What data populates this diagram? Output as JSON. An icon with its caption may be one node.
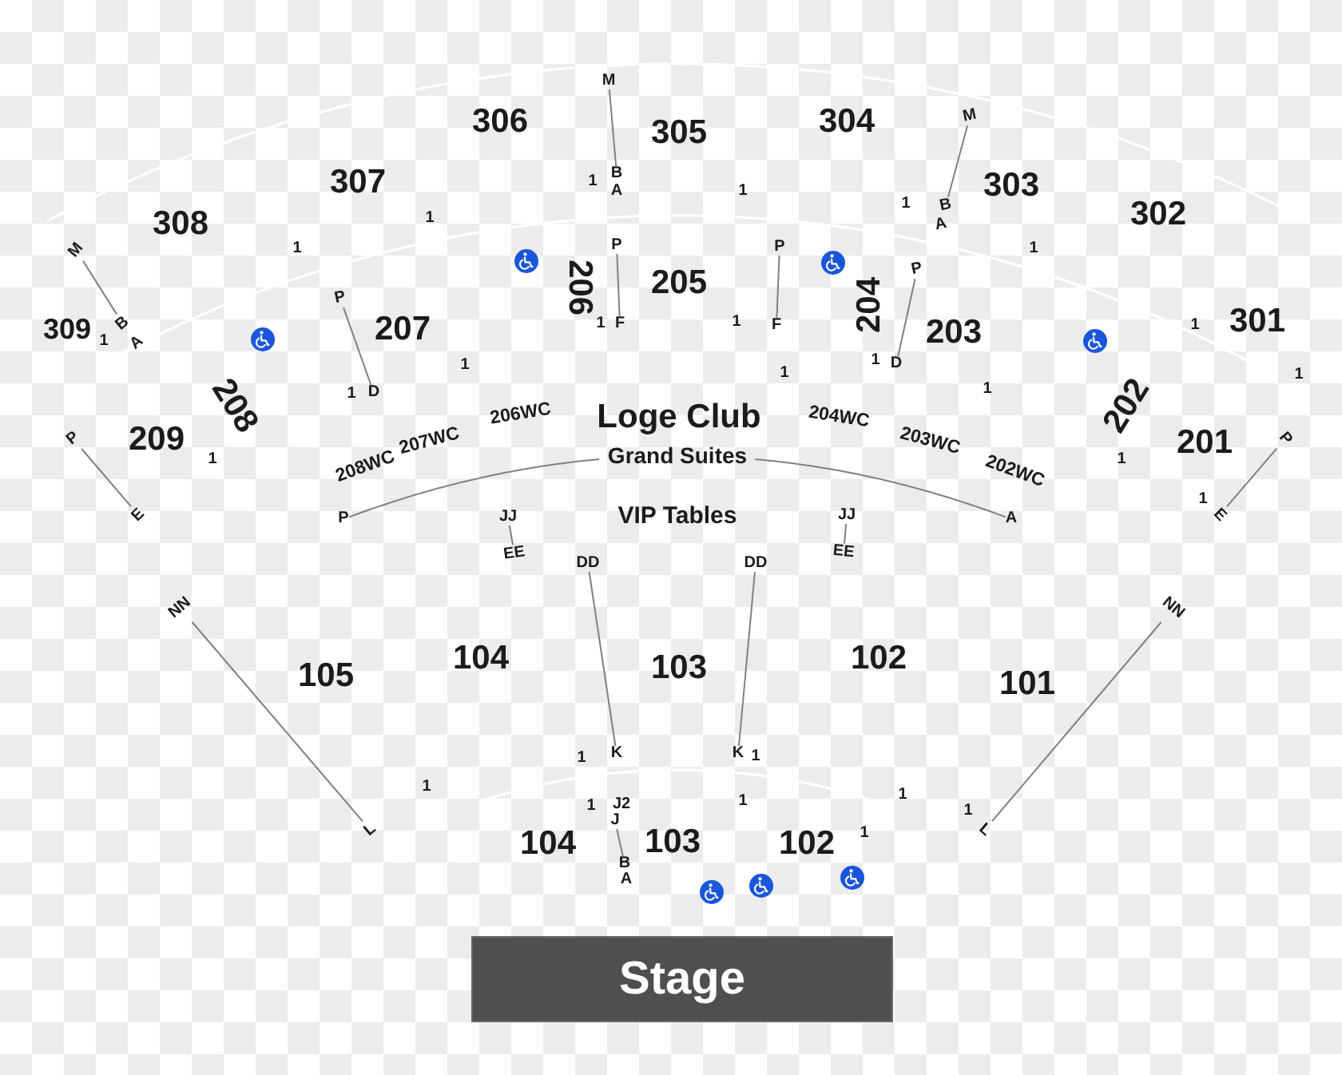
{
  "diagram": {
    "nodes": [
      {
        "text": [
          "M"
        ]
      },
      {
        "text": [
          "M"
        ]
      },
      {
        "text": [
          "B"
        ]
      },
      {
        "text": [
          "B"
        ]
      },
      {
        "text": [
          "M"
        ]
      },
      {
        "text": [
          "P"
        ]
      },
      {
        "text": [
          "P"
        ]
      },
      {
        "text": [
          "P"
        ]
      },
      {
        "text": [
          "P"
        ]
      },
      {
        "text": [
          "B"
        ]
      },
      {
        "text": [
          "F"
        ]
      },
      {
        "text": [
          "F"
        ]
      },
      {
        "text": [
          "D"
        ]
      },
      {
        "text": [
          "D"
        ]
      },
      {
        "text": [
          "P"
        ]
      },
      {
        "text": [
          "P"
        ]
      },
      {
        "text": [
          "E"
        ]
      },
      {
        "text": [
          "P"
        ]
      },
      {
        "text": [
          "JJ"
        ]
      },
      {
        "text": [
          "JJ"
        ]
      },
      {
        "text": [
          "A"
        ]
      },
      {
        "text": [
          "E"
        ]
      },
      {
        "text": [
          "EE"
        ]
      },
      {
        "text": [
          "DD"
        ]
      },
      {
        "text": [
          "DD"
        ]
      },
      {
        "text": [
          "EE"
        ]
      },
      {
        "text": [
          "NN"
        ]
      },
      {
        "text": [
          "NN"
        ]
      },
      {
        "text": [
          "K"
        ]
      },
      {
        "text": [
          "K"
        ]
      },
      {
        "text": [
          "L"
        ]
      },
      {
        "text": [
          "J"
        ]
      },
      {
        "text": [
          "L"
        ]
      },
      {
        "text": [
          "B"
        ]
      },
      {
        "text": [
          "Stage"
        ]
      }
    ],
    "edges": [
      {
        "from": 0,
        "to": 2,
        "arrow": "none"
      },
      {
        "from": 1,
        "to": 3,
        "arrow": "none"
      },
      {
        "from": 5,
        "to": 10,
        "arrow": "none"
      },
      {
        "from": 6,
        "to": 11,
        "arrow": "none"
      },
      {
        "from": 4,
        "to": 9,
        "arrow": "none"
      },
      {
        "from": 7,
        "to": 12,
        "arrow": "none"
      },
      {
        "from": 8,
        "to": 13,
        "arrow": "none"
      },
      {
        "from": 14,
        "to": 16,
        "arrow": "none"
      },
      {
        "from": 15,
        "to": 21,
        "arrow": "none"
      },
      {
        "from": 17,
        "to": 20,
        "label": "Grand Suites",
        "arrow": "none"
      },
      {
        "from": 18,
        "to": 22,
        "arrow": "none"
      },
      {
        "from": 19,
        "to": 25,
        "arrow": "none"
      },
      {
        "from": 23,
        "to": 28,
        "arrow": "none"
      },
      {
        "from": 24,
        "to": 29,
        "arrow": "none"
      },
      {
        "from": 26,
        "to": 30,
        "arrow": "none"
      },
      {
        "from": 27,
        "to": 32,
        "arrow": "none"
      },
      {
        "from": 31,
        "to": 33,
        "arrow": "none"
      }
    ],
    "labels": [
      "306",
      "305",
      "304",
      "307",
      "1",
      "A",
      "1",
      "1",
      "303",
      "308",
      "1",
      "A",
      "302",
      "1",
      "1",
      "206",
      "205",
      "309",
      "1",
      "A",
      "207",
      "1",
      "1",
      "204",
      "203",
      "1",
      "301",
      "1",
      "1",
      "1",
      "1",
      "1",
      "1",
      "208",
      "206WC",
      "Loge Club",
      "204WC",
      "202",
      "209",
      "1",
      "208WC",
      "207WC",
      "203WC",
      "202WC",
      "1",
      "201",
      "VIP Tables",
      "1",
      "105",
      "104",
      "103",
      "102",
      "101",
      "1",
      "1",
      "1",
      "1",
      "J2",
      "1",
      "1",
      "1",
      "104",
      "103",
      "102",
      "1",
      "A"
    ]
  }
}
